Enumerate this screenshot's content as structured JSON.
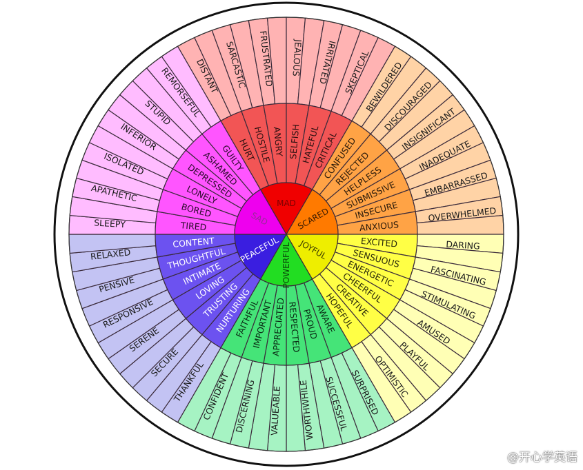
{
  "wheel": {
    "categories": [
      {
        "name": "MAD",
        "core_color": "#f00000",
        "core_text": "#7a0000",
        "mid_color": "#f25555",
        "outer_color": "#ffb3b3",
        "mid_text": "#2a1010",
        "middle": [
          "HURT",
          "HOSTILE",
          "ANGRY",
          "SELFISH",
          "HATEFUL",
          "CRITICAL"
        ],
        "outer": [
          "DISTANT",
          "SARCASTIC",
          "FRUSTRATED",
          "JEALOUS",
          "IRRITATED",
          "SKEPTICAL"
        ]
      },
      {
        "name": "SCARED",
        "core_color": "#ff7a00",
        "core_text": "#3a1a00",
        "mid_color": "#ffa345",
        "outer_color": "#ffd3a6",
        "mid_text": "#2a1a0a",
        "middle": [
          "CONFUSED",
          "REJECTED",
          "HELPLESS",
          "SUBMISSIVE",
          "INSECURE",
          "ANXIOUS"
        ],
        "outer": [
          "BEWILDERED",
          "DISCOURAGED",
          "INSIGNIFICANT",
          "INADEQUATE",
          "EMBARRASSED",
          "OVERWHELMED"
        ]
      },
      {
        "name": "JOYFUL",
        "core_color": "#eeee00",
        "core_text": "#3a3a00",
        "mid_color": "#ffff45",
        "outer_color": "#ffffb5",
        "mid_text": "#2a2a0a",
        "middle": [
          "EXCITED",
          "SENSUOUS",
          "ENERGETIC",
          "CHEERFUL",
          "CREATIVE",
          "HOPEFUL"
        ],
        "outer": [
          "DARING",
          "FASCINATING",
          "STIMULATING",
          "AMUSED",
          "PLAYFUL",
          "OPTIMISTIC"
        ]
      },
      {
        "name": "POWERFUL",
        "core_color": "#22dd22",
        "core_text": "#0a4a0a",
        "mid_color": "#45e478",
        "outer_color": "#a6f3c3",
        "mid_text": "#0a2a14",
        "middle": [
          "AWARE",
          "PROUD",
          "RESPECTED",
          "APPRECIATED",
          "IMPORTANT",
          "FAITHFUL"
        ],
        "outer": [
          "SURPRISED",
          "SUCCESSFUL",
          "WORTHWHILE",
          "VALUEABLE",
          "DISCERNING",
          "CONFIDENT"
        ]
      },
      {
        "name": "PEACEFUL",
        "core_color": "#3a1ee0",
        "core_text": "#ffffff",
        "mid_color": "#6c52f0",
        "outer_color": "#c3c3f3",
        "mid_text": "#ffffff",
        "middle": [
          "NURTURING",
          "TRUSTING",
          "LOVING",
          "INTIMATE",
          "THOUGHTFUL",
          "CONTENT"
        ],
        "outer": [
          "THANKFUL",
          "SECURE",
          "SERENE",
          "RESPONSIVE",
          "PENSIVE",
          "RELAXED"
        ]
      },
      {
        "name": "SAD",
        "core_color": "#ee00ee",
        "core_text": "#9a2a9a",
        "mid_color": "#ff55ff",
        "outer_color": "#ffbcff",
        "mid_text": "#2a0a2a",
        "middle": [
          "TIRED",
          "BORED",
          "LONELY",
          "DEPRESSED",
          "ASHAMED",
          "GUILTY"
        ],
        "outer": [
          "SLEEPY",
          "APATHETIC",
          "ISOLATED",
          "INFERIOR",
          "STUPID",
          "REMORSEFUL"
        ]
      }
    ]
  },
  "watermark": {
    "text": "@开心学英语",
    "icon": "weibo-icon"
  }
}
